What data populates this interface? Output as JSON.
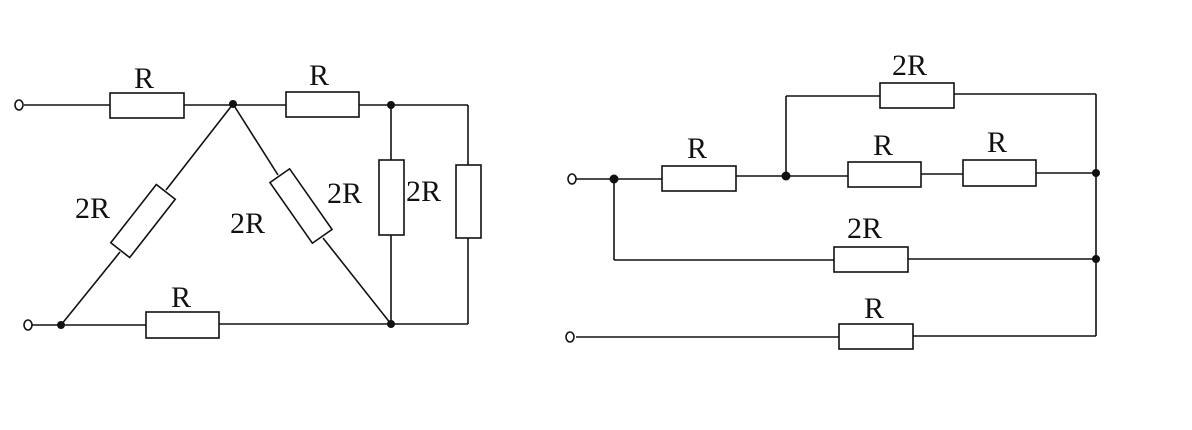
{
  "left_circuit": {
    "top_left_resistor": "R",
    "top_right_resistor": "R",
    "left_diagonal_resistor": "2R",
    "right_diagonal_resistor": "2R",
    "inner_vertical_resistor": "2R",
    "outer_vertical_resistor": "2R",
    "bottom_resistor": "R"
  },
  "right_circuit": {
    "input_resistor": "R",
    "top_branch_resistor": "2R",
    "middle_branch_resistor_1": "R",
    "middle_branch_resistor_2": "R",
    "lower_branch_resistor": "2R",
    "bottom_resistor": "R"
  }
}
